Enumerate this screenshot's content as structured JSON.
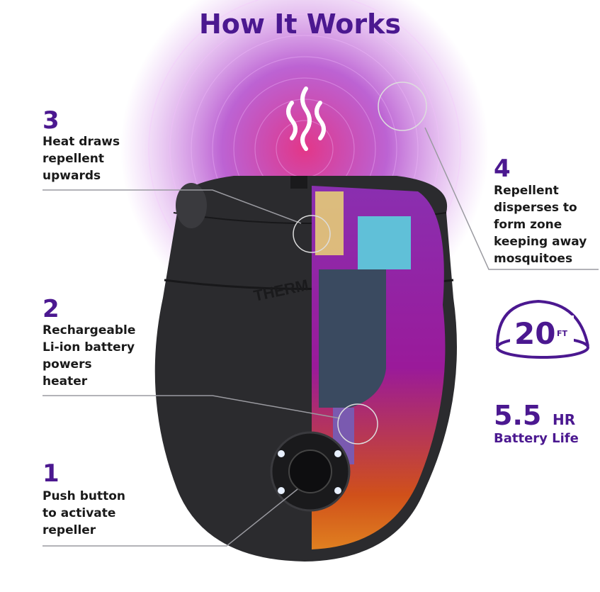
{
  "title": "How It Works",
  "steps": [
    {
      "number": "1",
      "text": "Push button\nto activate\nrepeller"
    },
    {
      "number": "2",
      "text": "Rechargeable\nLi-ion battery\npowers\nheater"
    },
    {
      "number": "3",
      "text": "Heat draws\nrepellent\nupwards"
    },
    {
      "number": "4",
      "text": "Repellent\ndisperses to\nform zone\nkeeping away\nmosquitoes"
    }
  ],
  "range": {
    "value": "20",
    "unit": "FT"
  },
  "battery": {
    "value": "5.5",
    "unit": "HR",
    "label": "Battery Life"
  },
  "device_brand": "THERM",
  "colors": {
    "accent": "#4b1890",
    "device": "#2b2b2e"
  }
}
